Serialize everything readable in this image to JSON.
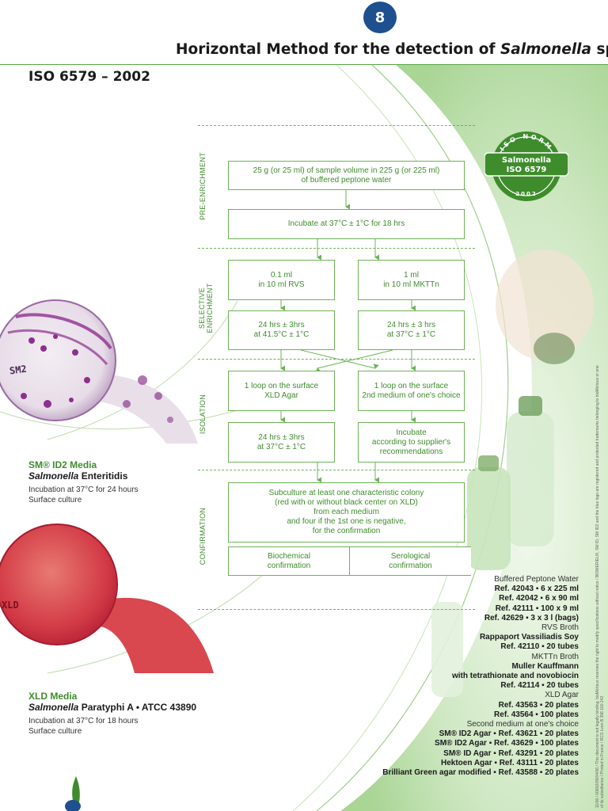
{
  "header": {
    "page_number": "8",
    "title_prefix": "Horizontal Method for the detection of ",
    "title_italic": "Salmonella",
    "title_suffix": " spp.",
    "standard": "ISO 6579 – 2002"
  },
  "seal": {
    "top_text": "ISO NORM",
    "line1": "Salmonella",
    "line2": "ISO 6579",
    "bottom_text": "2002"
  },
  "stages": {
    "pre_enrichment": "PRE-ENRICHMENT",
    "selective_line1": "SELECTIVE",
    "selective_line2": "ENRICHMENT",
    "isolation": "ISOLATION",
    "confirmation": "CONFIRMATION"
  },
  "flow": {
    "sample_l1": "25 g (or 25 ml) of sample volume in 225 g (or 225 ml)",
    "sample_l2": "of buffered peptone water",
    "incubate_18": "Incubate at 37°C ± 1°C for 18 hrs",
    "rvs_l1": "0.1 ml",
    "rvs_l2": "in 10 ml RVS",
    "mkttn_l1": "1 ml",
    "mkttn_l2": "in 10 ml MKTTn",
    "rvs_inc_l1": "24 hrs ± 3hrs",
    "rvs_inc_l2": "at 41.5°C ± 1°C",
    "mkttn_inc_l1": "24 hrs ± 3 hrs",
    "mkttn_inc_l2": "at 37°C ± 1°C",
    "xld_l1": "1 loop on the surface",
    "xld_l2": "XLD Agar",
    "second_l1": "1 loop on the surface",
    "second_l2": "2nd medium of one's choice",
    "xld_inc_l1": "24 hrs ± 3hrs",
    "xld_inc_l2": "at 37°C ± 1°C",
    "second_inc_l1": "Incubate",
    "second_inc_l2": "according to supplier's",
    "second_inc_l3": "recommendations",
    "sub_l1": "Subculture at least one characteristic colony",
    "sub_l2": "(red with or without  black center on XLD)",
    "sub_l3": "from each medium",
    "sub_l4": "and four if the 1st one is negative,",
    "sub_l5": "for the confirmation",
    "bio_l1": "Biochemical",
    "bio_l2": "confirmation",
    "sero_l1": "Serological",
    "sero_l2": "confirmation"
  },
  "media1": {
    "plate_label": "SM2",
    "name": "SM® ID2 Media",
    "organism_italic": "Salmonella",
    "organism_rest": " Enteritidis",
    "line1": "Incubation at 37°C for 24 hours",
    "line2": "Surface culture"
  },
  "media2": {
    "plate_label": "XLD",
    "name": "XLD Media",
    "organism_italic": "Salmonella",
    "organism_rest": " Paratyphi A • ATCC 43890",
    "line1": "Incubation at 37°C for 18 hours",
    "line2": "Surface culture"
  },
  "refs": {
    "bpw": "Buffered Peptone Water",
    "bpw_1": "Ref. 42043 ▪    6 x 225 ml",
    "bpw_2": "Ref. 42042 ▪      6 x 90 ml",
    "bpw_3": "Ref. 42111 ▪     100 x 9 ml",
    "bpw_4": "Ref. 42629 ▪ 3 x 3 l (bags)",
    "rvs": "RVS Broth",
    "rvs_name": "Rappaport Vassiliadis Soy",
    "rvs_1": "Ref. 42110  ▪    20 tubes",
    "mkttn": "MKTTn Broth",
    "mk_name1": "Muller Kauffmann",
    "mk_name2": "with tetrathionate and novobiocin",
    "mk_1": "Ref. 42114  ▪    20 tubes",
    "xld": "XLD Agar",
    "xld_1": "Ref. 43563 ▪  20 plates",
    "xld_2": "Ref. 43564 ▪ 100 plates",
    "second": "Second medium at one's choice",
    "s_1": "SM® ID2 Agar  ▪  Ref. 43621  ▪  20 plates",
    "s_2": "SM® ID2 Agar  ▪  Ref. 43629  ▪ 100 plates",
    "s_3": "SM® ID Agar  ▪  Ref. 43291  ▪  20 plates",
    "s_4": "Hektoen Agar  ▪  Ref. 43111  ▪  20 plates",
    "s_5": "Brilliant Green agar modified  ▪  Ref. 43588  ▪  20 plates"
  },
  "side_note": "11/06 / 00602/09/04/06 / This document is not legally binding. bioMérieux reserves the right to modify specifications without notice / BIOMERIEUX, SM ID, SM ID2 and the blue logo are registered and protected trademarks belonging to bioMérieux or one of its subsidiaries / Printed in France / RCS Lyon B 398 160 242",
  "colors": {
    "accent_green": "#3e8c2c",
    "line_green": "#6cb356",
    "badge_blue": "#1e4f8f"
  }
}
